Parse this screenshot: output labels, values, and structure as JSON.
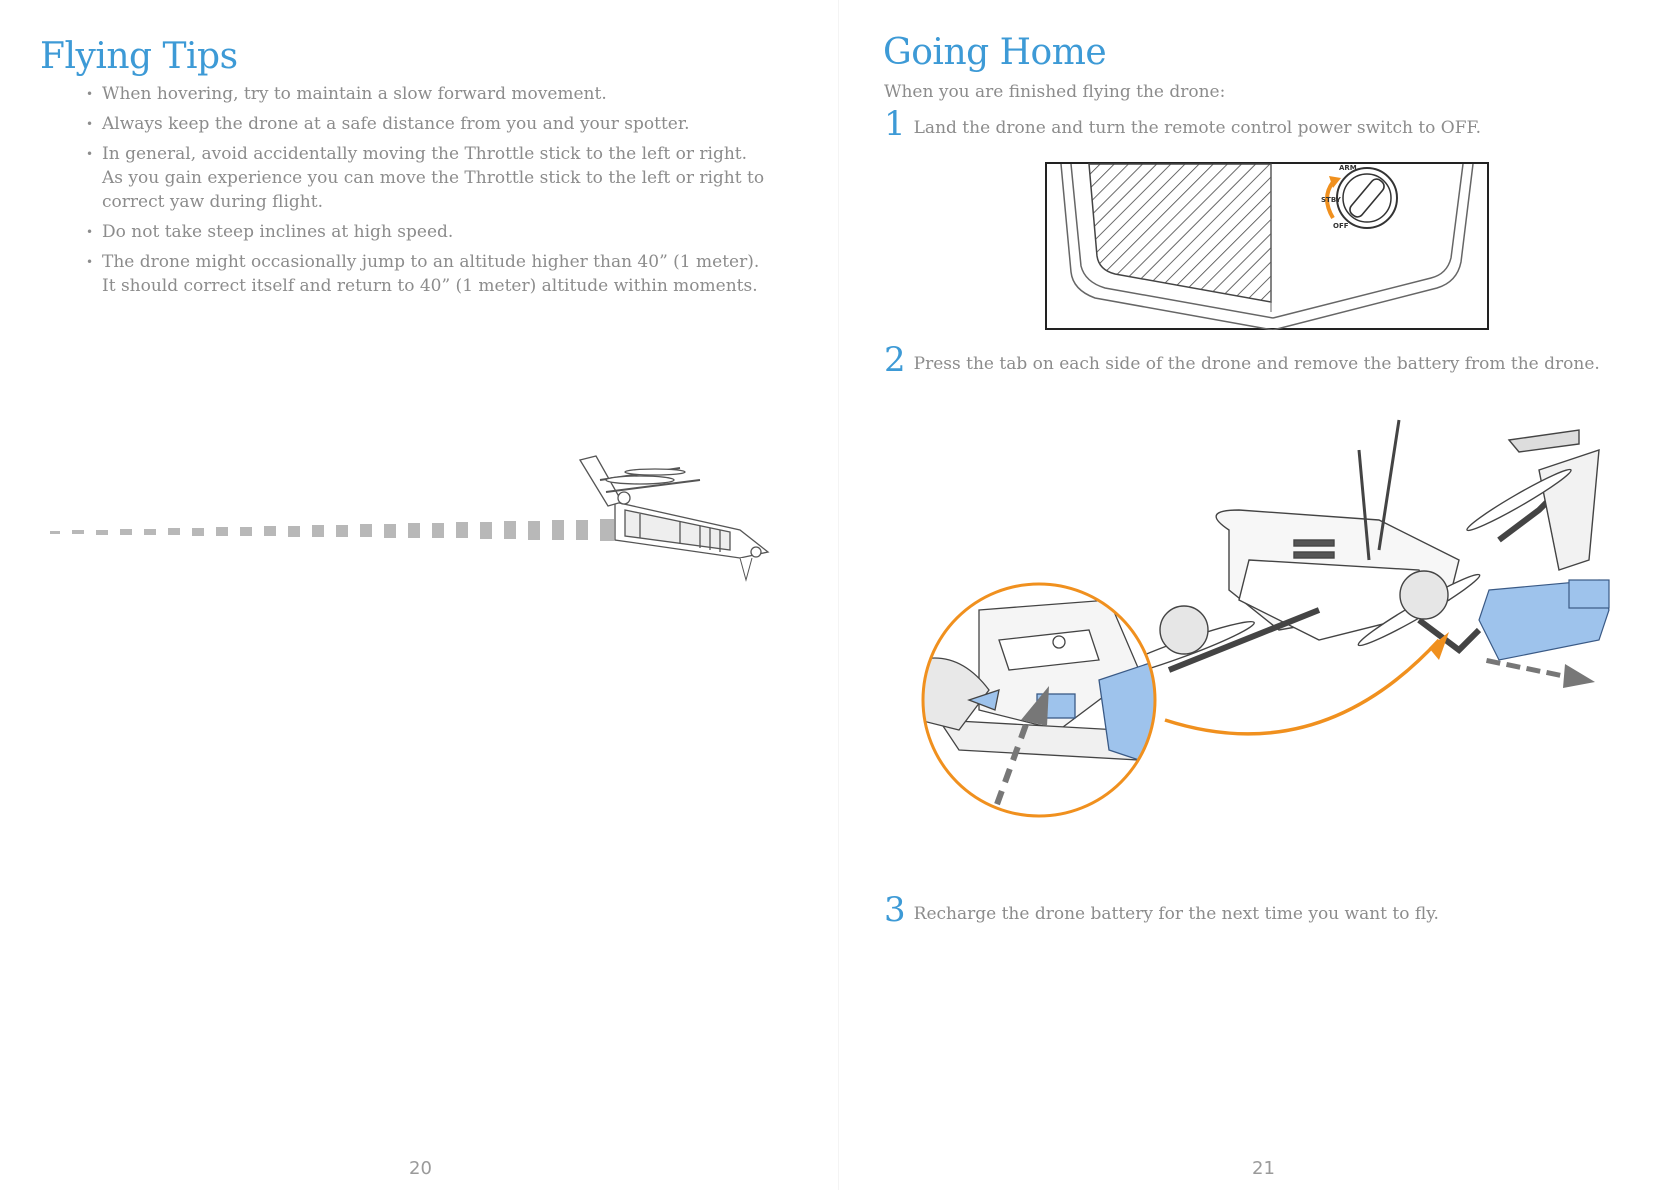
{
  "left_page": {
    "title": "Flying Tips",
    "tips": [
      "When hovering, try to maintain a slow forward movement.",
      "Always keep the drone at a safe distance from you and your spotter.",
      "In general, avoid accidentally moving the Throttle stick to the left or right. As you  gain experience you can move the Throttle stick to the left or right to correct yaw during flight.",
      "Do not take steep inclines at high speed.",
      "The drone might occasionally jump to an altitude higher than 40”  (1 meter). It should correct itself and return to 40”  (1 meter) altitude within moments."
    ],
    "page_number": "20"
  },
  "right_page": {
    "title": "Going Home",
    "intro": "When you are finished flying the drone:",
    "steps": [
      {
        "number": "1",
        "text": "Land the drone and turn the remote control power switch to OFF."
      },
      {
        "number": "2",
        "text": "Press the tab on each side of the drone and remove the battery from the drone."
      },
      {
        "number": "3",
        "text": "Recharge the drone battery for the next time you want to fly."
      }
    ],
    "switch_labels": {
      "arm": "ARM",
      "stby": "STBY",
      "off": "OFF"
    },
    "page_number": "21"
  },
  "colors": {
    "heading_blue": "#3d9ad6",
    "body_gray": "#8c8c8c",
    "accent_orange": "#f0901e",
    "battery_blue": "#9ec3ec",
    "arrow_gray": "#777777"
  }
}
